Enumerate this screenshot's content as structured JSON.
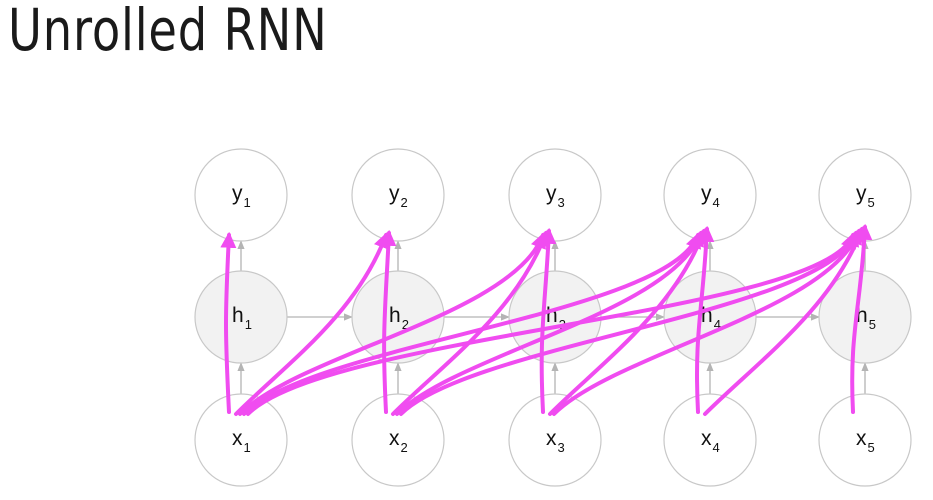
{
  "title": "Unrolled RNN",
  "colors": {
    "highlight": "#f04cf0",
    "hidden_fill": "#f2f2f2",
    "node_stroke": "#c8c8c8"
  },
  "outputs": [
    {
      "name": "y",
      "sub": "1"
    },
    {
      "name": "y",
      "sub": "2"
    },
    {
      "name": "y",
      "sub": "3"
    },
    {
      "name": "y",
      "sub": "4"
    },
    {
      "name": "y",
      "sub": "5"
    }
  ],
  "hidden": [
    {
      "name": "h",
      "sub": "1"
    },
    {
      "name": "h",
      "sub": "2"
    },
    {
      "name": "h",
      "sub": "3"
    },
    {
      "name": "h",
      "sub": "4"
    },
    {
      "name": "h",
      "sub": "5"
    }
  ],
  "inputs": [
    {
      "name": "x",
      "sub": "1"
    },
    {
      "name": "x",
      "sub": "2"
    },
    {
      "name": "x",
      "sub": "3"
    },
    {
      "name": "x",
      "sub": "4"
    },
    {
      "name": "x",
      "sub": "5"
    }
  ],
  "highlight_edges": [
    {
      "from": 1,
      "to": 1
    },
    {
      "from": 1,
      "to": 2
    },
    {
      "from": 1,
      "to": 3
    },
    {
      "from": 1,
      "to": 4
    },
    {
      "from": 1,
      "to": 5
    },
    {
      "from": 2,
      "to": 2
    },
    {
      "from": 2,
      "to": 3
    },
    {
      "from": 2,
      "to": 4
    },
    {
      "from": 2,
      "to": 5
    },
    {
      "from": 3,
      "to": 3
    },
    {
      "from": 3,
      "to": 4
    },
    {
      "from": 3,
      "to": 5
    },
    {
      "from": 4,
      "to": 4
    },
    {
      "from": 4,
      "to": 5
    },
    {
      "from": 5,
      "to": 5
    }
  ]
}
